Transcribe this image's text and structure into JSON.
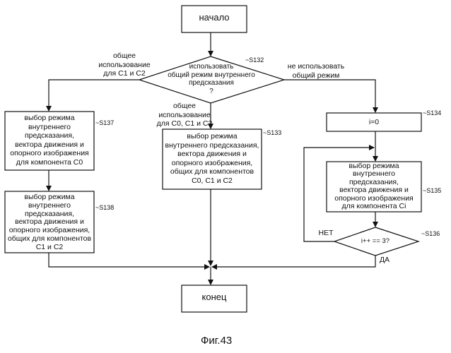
{
  "start": "начало",
  "end": "конец",
  "decision": "использовать\nобщий режим внутреннего\nпредсказания\n?",
  "left_branch": "общее\nиспользование\nдля C1 и C2",
  "middle_branch": "общее\nиспользование\nдля C0, C1 и C2",
  "right_branch": "не использовать\nобщий режим",
  "box_s137": "выбор режима\nвнутреннего\nпредсказания,\nвектора движения и\nопорного изображения\nдля компонента C0",
  "box_s138": "выбор режима\nвнутреннего\nпредсказания,\nвектора движения и\nопорного изображения,\nобщих для компонентов\nC1 и C2",
  "box_s133": "выбор режима\nвнутреннего предсказания,\nвектора движения и\nопорного изображения,\nобщих для компонентов\nC0, C1 и C2",
  "box_s134": "i=0",
  "box_s135": "выбор режима\nвнутреннего\nпредсказания,\nвектора движения и\nопорного изображения\nдля компонента Ci",
  "decision_s136": "i++ == 3?",
  "no_label": "НЕТ",
  "yes_label": "ДА",
  "steps": {
    "s132": "~S132",
    "s133": "~S133",
    "s134": "~S134",
    "s135": "~S135",
    "s136": "~S136",
    "s137": "~S137",
    "s138": "~S138"
  },
  "caption": "Фиг.43"
}
